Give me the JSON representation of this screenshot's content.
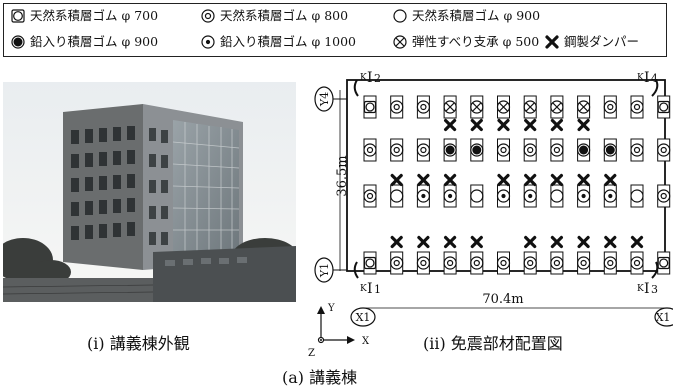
{
  "legend": {
    "items": [
      {
        "symbol": "square-circle",
        "label": "天然系積層ゴム φ 700"
      },
      {
        "symbol": "circle-dot-ring",
        "label": "天然系積層ゴム φ 800"
      },
      {
        "symbol": "circle",
        "label": "天然系積層ゴム φ 900"
      },
      {
        "symbol": "filled-circle",
        "label": "鉛入り積層ゴム φ 900"
      },
      {
        "symbol": "circle-dot",
        "label": "鉛入り積層ゴム φ 1000"
      },
      {
        "symbol": "circle-x",
        "label": "弾性すべり支承 φ 500"
      },
      {
        "symbol": "bold-x",
        "label": "鋼製ダンパー"
      }
    ]
  },
  "photo": {
    "caption": "(i) 講義棟外観"
  },
  "plan": {
    "caption": "(ii) 免震部材配置図",
    "dim_width": "70.4m",
    "dim_height": "36.5m",
    "grid_top": "Y4",
    "grid_bottom": "Y1",
    "grid_left": "X1",
    "grid_right": "X1",
    "marker_k": "K",
    "marker_i": "I",
    "markers": [
      {
        "corner": "top-left",
        "num": "2"
      },
      {
        "corner": "top-right",
        "num": "4"
      },
      {
        "corner": "bottom-left",
        "num": "1"
      },
      {
        "corner": "bottom-right",
        "num": "3"
      }
    ],
    "axis_y": "Y",
    "axis_x": "X",
    "axis_z": "Z",
    "rows": [
      [
        "square-circle",
        "circle-dot-ring",
        "circle-dot-ring",
        "circle-x",
        "circle-x",
        "circle-x",
        "circle-x",
        "circle-x",
        "circle-x",
        "circle-dot-ring",
        "circle-dot-ring",
        "square-circle"
      ],
      [
        "circle-dot-ring",
        "circle-dot-ring",
        "circle-dot-ring",
        "filled-circle",
        "filled-circle",
        "circle-dot-ring",
        "circle-dot-ring",
        "circle-dot-ring",
        "filled-circle",
        "filled-circle",
        "circle-dot-ring",
        "circle-dot-ring"
      ],
      [
        "circle-dot-ring",
        "circle",
        "circle-dot",
        "circle-dot",
        "circle",
        "circle-dot",
        "circle-dot",
        "circle",
        "circle-dot",
        "circle-dot",
        "circle",
        "circle-dot-ring"
      ],
      [
        "square-circle",
        "circle-dot-ring",
        "circle-dot-ring",
        "circle-dot-ring",
        "circle-dot-ring",
        "circle-dot-ring",
        "circle-dot-ring",
        "circle-dot-ring",
        "circle-dot-ring",
        "circle-dot-ring",
        "circle-dot-ring",
        "square-circle"
      ]
    ],
    "dampers": [
      {
        "row": 0,
        "cols": [
          3,
          4,
          5,
          6,
          7,
          8
        ]
      },
      {
        "row": 2,
        "cols": [
          1,
          2,
          3,
          5,
          6,
          7,
          8,
          9
        ]
      },
      {
        "row": 3,
        "cols": [
          1,
          2,
          3,
          4,
          6,
          7,
          8,
          9,
          10
        ]
      }
    ]
  },
  "figure_caption": "(a) 講義棟"
}
